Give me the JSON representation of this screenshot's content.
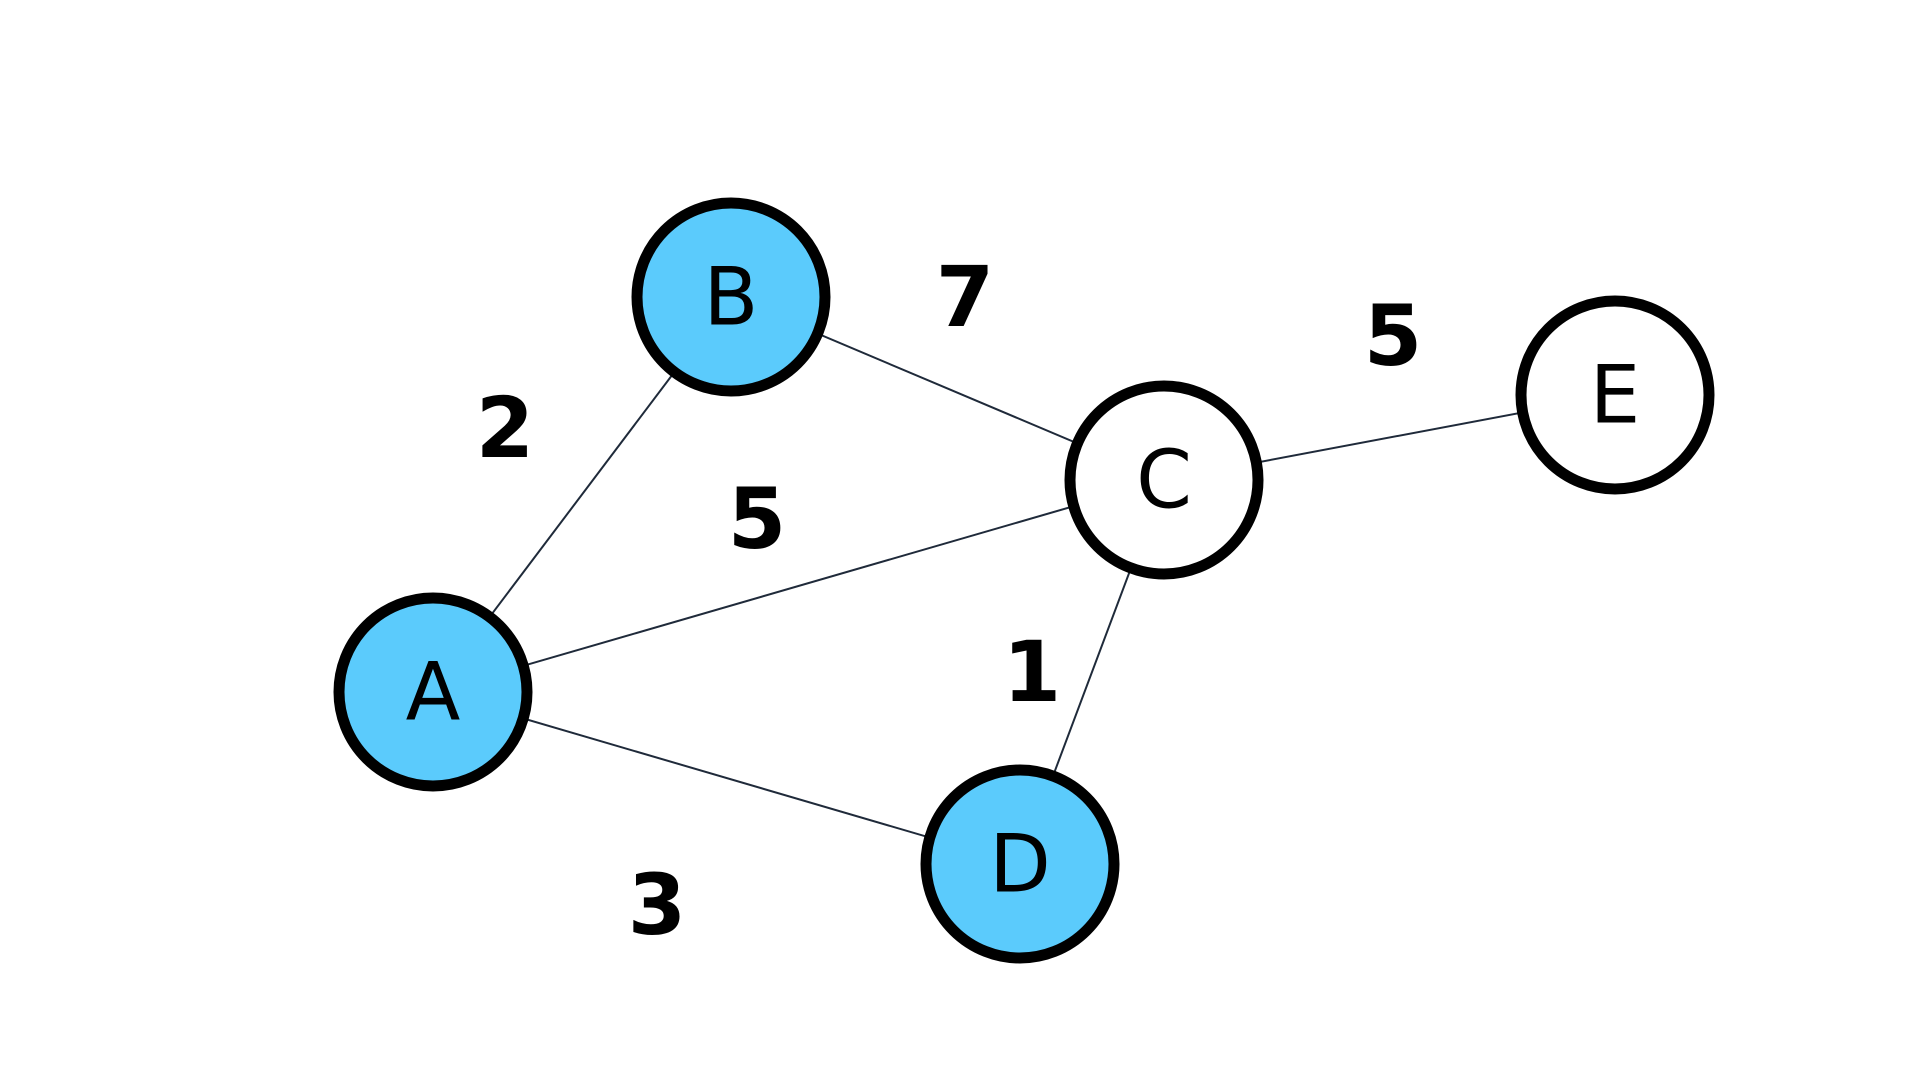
{
  "colors": {
    "highlight_fill": "#5bcbfc",
    "default_fill": "#ffffff",
    "stroke": "#000000"
  },
  "nodes": [
    {
      "id": "A",
      "label": "A",
      "highlighted": true
    },
    {
      "id": "B",
      "label": "B",
      "highlighted": true
    },
    {
      "id": "C",
      "label": "C",
      "highlighted": false
    },
    {
      "id": "D",
      "label": "D",
      "highlighted": true
    },
    {
      "id": "E",
      "label": "E",
      "highlighted": false
    }
  ],
  "edges": [
    {
      "from": "A",
      "to": "B",
      "weight": "2"
    },
    {
      "from": "B",
      "to": "C",
      "weight": "7"
    },
    {
      "from": "A",
      "to": "C",
      "weight": "5"
    },
    {
      "from": "C",
      "to": "E",
      "weight": "5"
    },
    {
      "from": "C",
      "to": "D",
      "weight": "1"
    },
    {
      "from": "A",
      "to": "D",
      "weight": "3"
    }
  ]
}
